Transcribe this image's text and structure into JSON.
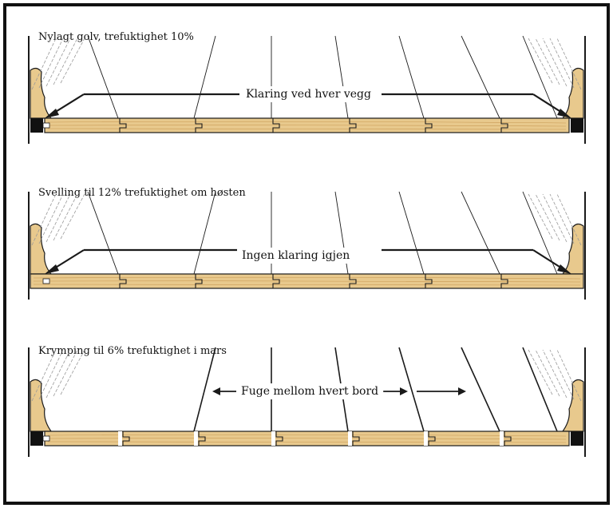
{
  "panels": [
    {
      "caption": "Nylagt golv, trefuktighet 10%",
      "label": "Klaring ved hver vegg",
      "state": "gap"
    },
    {
      "caption": "Svelling til 12% trefuktighet om høsten",
      "label": "Ingen klaring igjen",
      "state": "tight"
    },
    {
      "caption": "Krymping til 6% trefuktighet i mars",
      "label": "Fuge mellom hvert bord",
      "state": "shrunk"
    }
  ],
  "colors": {
    "wood": "#e8c98d",
    "wood_dark": "#c99a55",
    "outline": "#1a1a1a",
    "spacer": "#111111"
  }
}
